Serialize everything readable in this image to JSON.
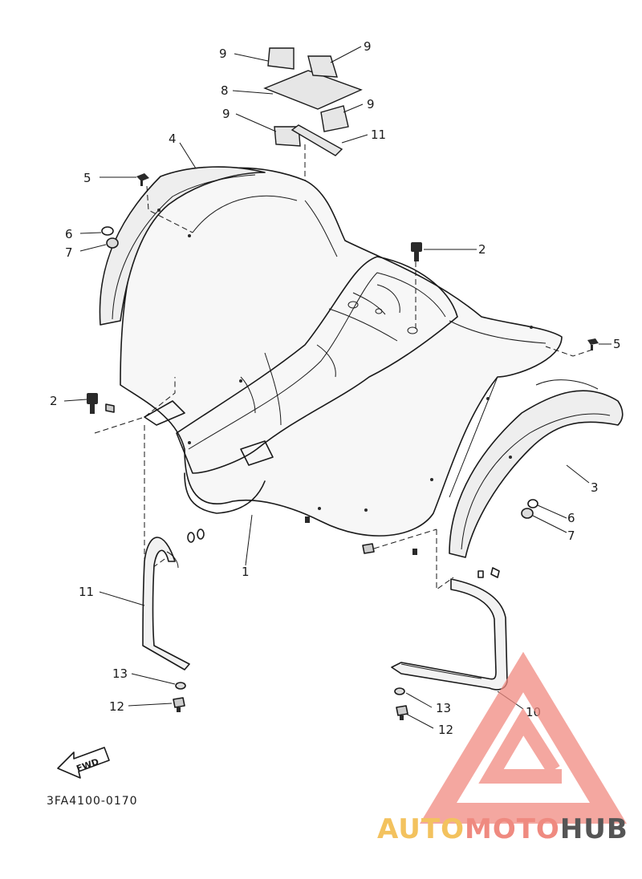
{
  "diagram": {
    "drawing_code": "3FA4100-0170",
    "direction_label": "FWD",
    "callouts": [
      {
        "id": "c9a",
        "text": "9"
      },
      {
        "id": "c9b",
        "text": "9"
      },
      {
        "id": "c8",
        "text": "8"
      },
      {
        "id": "c9c",
        "text": "9"
      },
      {
        "id": "c9d",
        "text": "9"
      },
      {
        "id": "c11a",
        "text": "11"
      },
      {
        "id": "c4",
        "text": "4"
      },
      {
        "id": "c5a",
        "text": "5"
      },
      {
        "id": "c6a",
        "text": "6"
      },
      {
        "id": "c7a",
        "text": "7"
      },
      {
        "id": "c2a",
        "text": "2"
      },
      {
        "id": "c5b",
        "text": "5"
      },
      {
        "id": "c2b",
        "text": "2"
      },
      {
        "id": "c3",
        "text": "3"
      },
      {
        "id": "c6b",
        "text": "6"
      },
      {
        "id": "c7b",
        "text": "7"
      },
      {
        "id": "c1",
        "text": "1"
      },
      {
        "id": "c11b",
        "text": "11"
      },
      {
        "id": "c13a",
        "text": "13"
      },
      {
        "id": "c12a",
        "text": "12"
      },
      {
        "id": "c13b",
        "text": "13"
      },
      {
        "id": "c10",
        "text": "10"
      },
      {
        "id": "c12b",
        "text": "12"
      }
    ]
  },
  "watermark": {
    "part1": "AUTO",
    "part2": "MOTO",
    "part3": "HUB",
    "colors": {
      "auto": "#f3c25e",
      "moto": "#ef8a80",
      "hub": "#555555",
      "triangle": "#f08a80"
    }
  }
}
